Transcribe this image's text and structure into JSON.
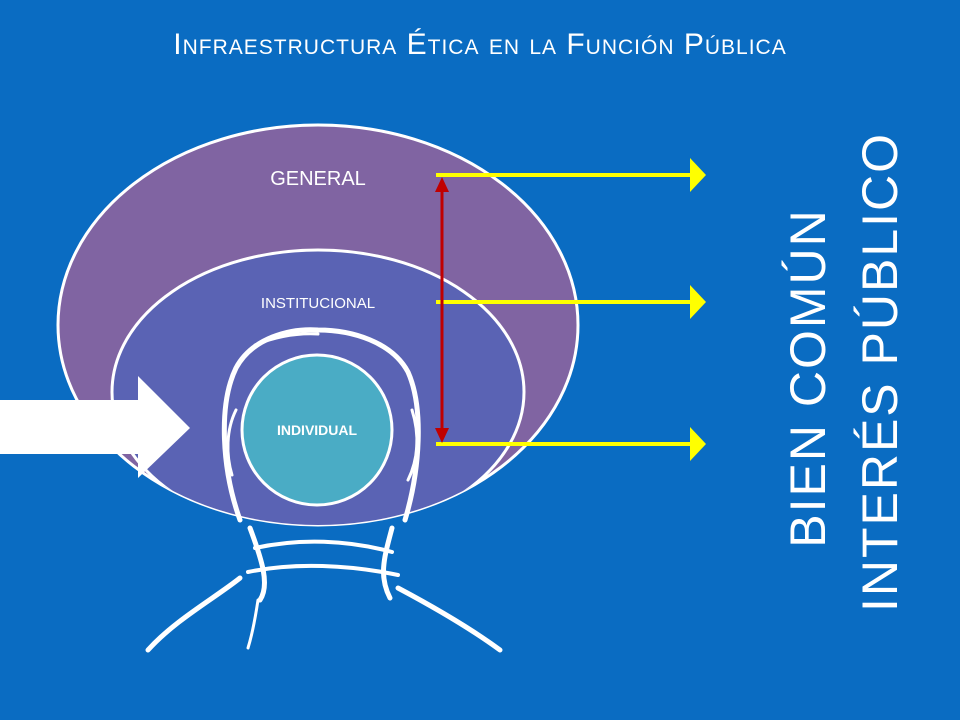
{
  "slide": {
    "title": "Infraestructura Ética en la Función Pública",
    "levels": {
      "general": "GENERAL",
      "institucional": "INSTITUCIONAL",
      "individual": "INDIVIDUAL"
    },
    "outcomes": [
      "BIEN COMÚN",
      "INTERÉS PÚBLICO"
    ]
  },
  "colors": {
    "background": "#0a6cc2",
    "general_ellipse": "#8064a2",
    "institucional_ellipse": "#5a63b4",
    "individual_circle": "#4aacc5",
    "outline": "#ffffff",
    "arrow_yellow": "#ffff00",
    "arrow_red": "#c00000"
  },
  "icons": [
    "head-silhouette-icon",
    "input-arrow-icon"
  ]
}
